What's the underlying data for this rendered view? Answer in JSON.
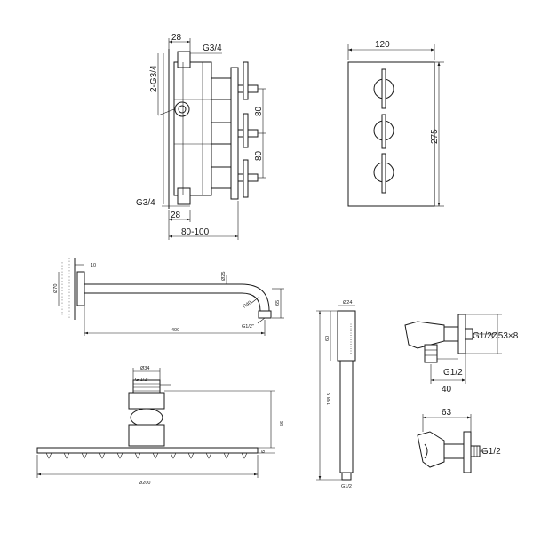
{
  "valve_side": {
    "dim_top_28": "28",
    "dim_top_g34": "G3/4",
    "dim_side_2g34": "2-G3/4",
    "dim_80_upper": "80",
    "dim_80_lower": "80",
    "dim_bottom_g34": "G3/4",
    "dim_bottom_28": "28",
    "dim_depth": "80-100"
  },
  "faceplate": {
    "dim_width": "120",
    "dim_height": "275"
  },
  "shower_arm": {
    "dim_wall_10": "10",
    "dim_flange_70": "Ø70",
    "dim_pipe_25": "Ø25",
    "dim_bend_r40": "R40",
    "dim_drop_65": "65",
    "dim_thread": "G1/2\"",
    "dim_length_400": "400"
  },
  "shower_head": {
    "dim_neck_34": "Ø34",
    "dim_thread": "G 1/2\"",
    "dim_height_56": "56",
    "dim_thick_6": "6",
    "dim_dia_200": "Ø200"
  },
  "hand_shower": {
    "dim_head_24": "Ø24",
    "dim_head_len": "60",
    "dim_total": "188.5",
    "dim_thread": "G1/2"
  },
  "wall_outlet": {
    "dim_thread_face": "G1/2",
    "dim_flange": "Ø53×8",
    "dim_thread_bottom": "G1/2",
    "dim_depth_40": "40"
  },
  "holder": {
    "dim_width_63": "63",
    "dim_thread": "G1/2"
  }
}
